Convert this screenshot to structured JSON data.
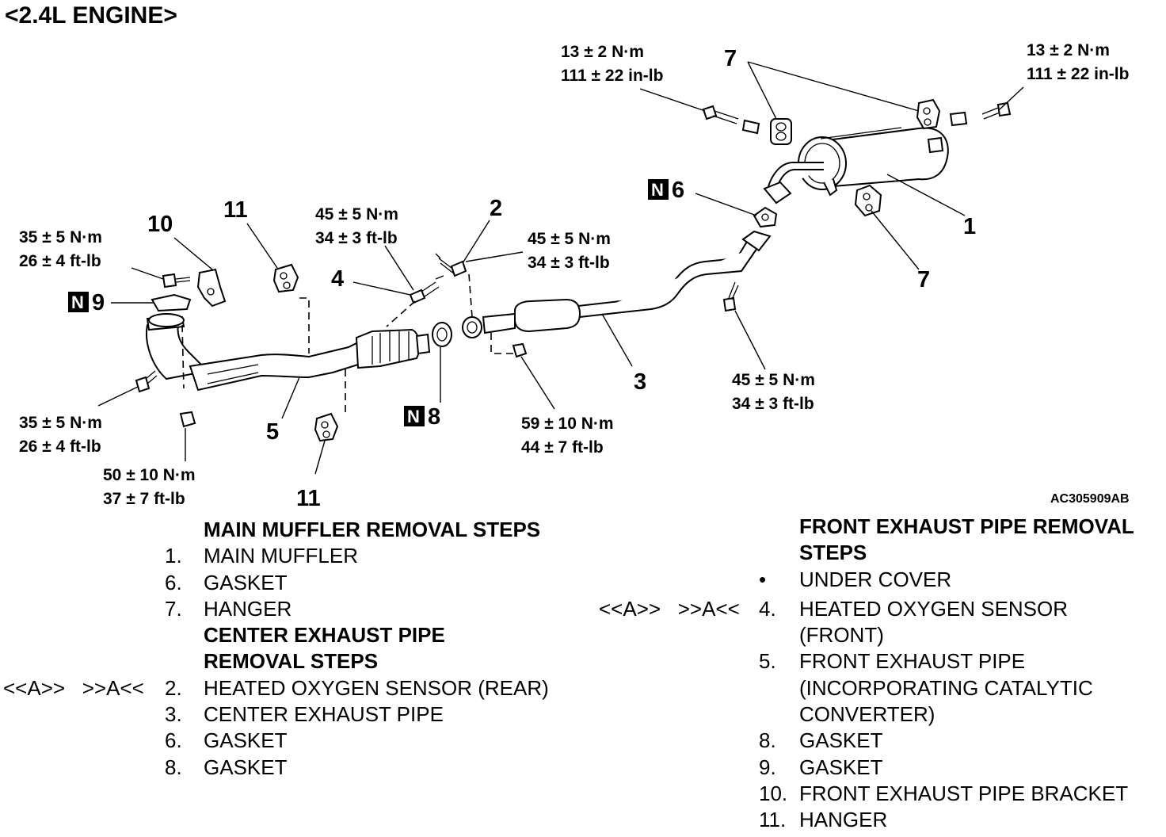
{
  "title": "<2.4L ENGINE>",
  "figure_code": "AC305909AB",
  "callouts": {
    "c1": "1",
    "c2": "2",
    "c3": "3",
    "c4": "4",
    "c5": "5",
    "c6": "6",
    "c7a": "7",
    "c7b": "7",
    "c8": "8",
    "c9": "9",
    "c10": "10",
    "c11a": "11",
    "c11b": "11",
    "n_letter": "N"
  },
  "torques": {
    "t_top_left": [
      "13 ± 2 N·m",
      "111 ± 22 in-lb"
    ],
    "t_top_right": [
      "13 ± 2 N·m",
      "111 ± 22 in-lb"
    ],
    "t_bracket": [
      "35 ± 5 N·m",
      "26 ± 4 ft-lb"
    ],
    "t_flange_bolt": [
      "35 ± 5 N·m",
      "26 ± 4 ft-lb"
    ],
    "t_bottom_nut": [
      "50 ± 10 N·m",
      "37 ± 7 ft-lb"
    ],
    "t_sensor_front": [
      "45 ± 5 N·m",
      "34 ± 3 ft-lb"
    ],
    "t_sensor_rear": [
      "45 ± 5 N·m",
      "34 ± 3 ft-lb"
    ],
    "t_center_nut": [
      "59 ± 10 N·m",
      "44 ± 7 ft-lb"
    ],
    "t_rear_bolt": [
      "45 ± 5 N·m",
      "34 ± 3 ft-lb"
    ]
  },
  "left_steps": {
    "main_muffler_heading": "MAIN MUFFLER REMOVAL STEPS",
    "main_muffler": [
      {
        "n": "1.",
        "label": "MAIN MUFFLER"
      },
      {
        "n": "6.",
        "label": "GASKET"
      },
      {
        "n": "7.",
        "label": "HANGER"
      }
    ],
    "center_heading_line1": "CENTER EXHAUST PIPE",
    "center_heading_line2": "REMOVAL STEPS",
    "center_ref": "<<A>>   >>A<<",
    "center": [
      {
        "n": "2.",
        "label": "HEATED OXYGEN SENSOR (REAR)"
      },
      {
        "n": "3.",
        "label": "CENTER EXHAUST PIPE"
      },
      {
        "n": "6.",
        "label": "GASKET"
      },
      {
        "n": "8.",
        "label": "GASKET"
      }
    ]
  },
  "right_steps": {
    "heading_line1": "FRONT EXHAUST PIPE REMOVAL",
    "heading_line2": "STEPS",
    "bullet": "•",
    "under_cover": "UNDER COVER",
    "ref": "<<A>>   >>A<<",
    "items": [
      {
        "n": "4.",
        "l1": "HEATED OXYGEN SENSOR",
        "l2": "(FRONT)",
        "l3": ""
      },
      {
        "n": "5.",
        "l1": "FRONT EXHAUST PIPE",
        "l2": "(INCORPORATING CATALYTIC",
        "l3": "CONVERTER)"
      },
      {
        "n": "8.",
        "l1": "GASKET",
        "l2": "",
        "l3": ""
      },
      {
        "n": "9.",
        "l1": "GASKET",
        "l2": "",
        "l3": ""
      },
      {
        "n": "10.",
        "l1": "FRONT EXHAUST PIPE BRACKET",
        "l2": "",
        "l3": ""
      },
      {
        "n": "11.",
        "l1": "HANGER",
        "l2": "",
        "l3": ""
      }
    ]
  }
}
